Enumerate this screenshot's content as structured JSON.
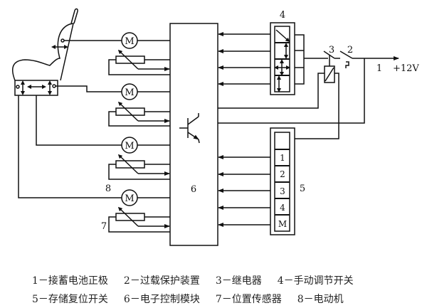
{
  "labels": {
    "battery_positive": "1",
    "overload": "2",
    "relay": "3",
    "manual_switch": "4",
    "memory_switch": "5",
    "control_module": "6",
    "position_sensor": "7",
    "motor_ref": "8",
    "voltage": "+12V",
    "motor_symbol": "M"
  },
  "memory_buttons": [
    "",
    "1",
    "2",
    "3",
    "4",
    "M"
  ],
  "legend": {
    "row1": [
      "1－接蓄电池正极",
      "2－过载保护装置",
      "3－继电器",
      "4－手动调节开关"
    ],
    "row2": [
      "5－存储复位开关",
      "6－电子控制模块",
      "7－位置传感器",
      "8－电动机"
    ]
  },
  "colors": {
    "line": "#111111",
    "background": "#ffffff"
  }
}
